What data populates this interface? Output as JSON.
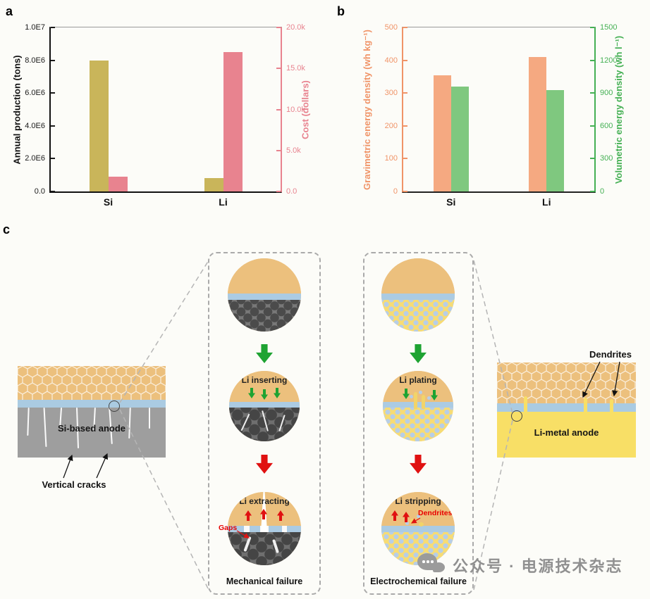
{
  "figure": {
    "panel_a_label": "a",
    "panel_b_label": "b",
    "panel_c_label": "c"
  },
  "chart_data": [
    {
      "type": "bar",
      "panel": "a",
      "categories": [
        "Si",
        "Li"
      ],
      "grid": false,
      "legend": "none",
      "left_axis": {
        "title": "Annual production (tons)",
        "ticks": [
          "0.0",
          "2.0E6",
          "4.0E6",
          "6.0E6",
          "8.0E6",
          "1.0E7"
        ],
        "min": 0,
        "max": 10000000,
        "color": "#1a1a1a"
      },
      "right_axis": {
        "title": "Cost (dollars)",
        "ticks": [
          "0.0",
          "5.0k",
          "10.0k",
          "15.0k",
          "20.0k"
        ],
        "min": 0,
        "max": 20000,
        "color": "#e8838f"
      },
      "series": [
        {
          "name": "Annual production (tons)",
          "axis": "left",
          "color": "#c9b55a",
          "values": [
            8000000,
            800000
          ]
        },
        {
          "name": "Cost (dollars)",
          "axis": "right",
          "color": "#e8838f",
          "values": [
            1800,
            17000
          ]
        }
      ]
    },
    {
      "type": "bar",
      "panel": "b",
      "categories": [
        "Si",
        "Li"
      ],
      "grid": false,
      "legend": "none",
      "left_axis": {
        "title": "Gravimetric energy density (wh kg⁻¹)",
        "ticks": [
          "0",
          "100",
          "200",
          "300",
          "400",
          "500"
        ],
        "min": 0,
        "max": 500,
        "color": "#f09468"
      },
      "right_axis": {
        "title": "Volumetric energy density (wh l⁻¹)",
        "ticks": [
          "0",
          "300",
          "600",
          "900",
          "1200",
          "1500"
        ],
        "min": 0,
        "max": 1500,
        "color": "#45b054"
      },
      "series": [
        {
          "name": "Gravimetric energy density",
          "axis": "left",
          "color": "#f5a981",
          "values": [
            355,
            410
          ]
        },
        {
          "name": "Volumetric energy density",
          "axis": "right",
          "color": "#7fc87f",
          "values": [
            960,
            930
          ]
        }
      ]
    }
  ],
  "diagram": {
    "si_anode_label": "Si-based anode",
    "vertical_cracks_label": "Vertical cracks",
    "li_anode_label": "Li-metal anode",
    "dendrites_label": "Dendrites",
    "mechanical": {
      "step1_label": "Li inserting",
      "step2_label": "Li extracting",
      "gaps_label": "Gaps",
      "caption": "Mechanical failure"
    },
    "electrochemical": {
      "step1_label": "Li plating",
      "step2_label": "Li stripping",
      "dendrites_label": "Dendrites",
      "caption": "Electrochemical failure"
    }
  },
  "watermark": {
    "text": "公众号 · 电源技术杂志"
  },
  "colors": {
    "cathode_tan": "#ecc07d",
    "interface_blue": "#aacbe2",
    "si_gray": "#9e9e9e",
    "li_yellow": "#f8df66",
    "green_arrow": "#1ea332",
    "red_arrow": "#e01111"
  }
}
